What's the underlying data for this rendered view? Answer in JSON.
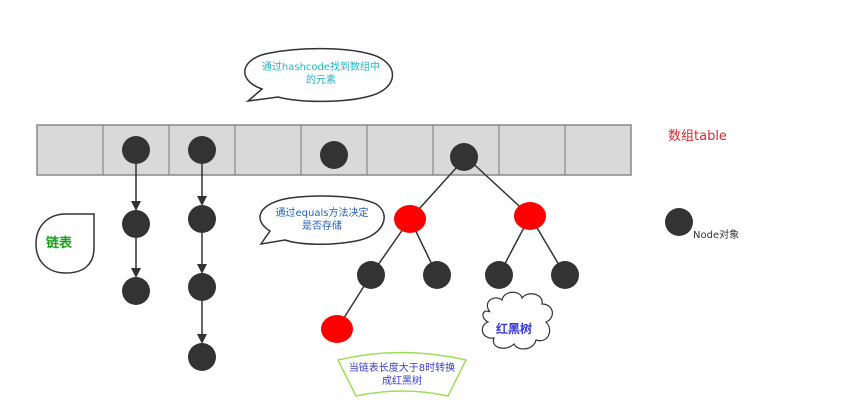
{
  "title": "HashMap structure: array + linked list + red-black tree",
  "colors": {
    "node": "#333333",
    "red_node": "#ff0000",
    "array_fill": "#d9d9d9",
    "array_border": "#888888",
    "cyan_text": "#1fb8c9",
    "blue_text": "#1f5fbf",
    "purple_text": "#3b3bd6",
    "green_text": "#1aa31a",
    "red_text": "#e0282e",
    "fan_border": "#9be05a"
  },
  "callouts": {
    "hashcode": {
      "line1": "通过hashcode找到数组中",
      "line2": "的元素"
    },
    "equals": {
      "line1": "通过equals方法决定",
      "line2": "是否存储"
    },
    "treeify": {
      "line1": "当链表长度大于8时转换",
      "line2": "成红黑树"
    }
  },
  "labels": {
    "array": "数组table",
    "linked_list": "链表",
    "red_black_tree": "红黑树",
    "node_legend": "Node对象"
  },
  "array": {
    "slot_count": 9,
    "occupied_slots": [
      1,
      2,
      4,
      6
    ]
  },
  "linked_lists": [
    {
      "slot": 1,
      "length": 3
    },
    {
      "slot": 2,
      "length": 4
    }
  ],
  "tree": {
    "root_slot": 6,
    "nodes": [
      {
        "id": "root",
        "color": "black",
        "parent": null
      },
      {
        "id": "l",
        "color": "red",
        "parent": "root"
      },
      {
        "id": "r",
        "color": "red",
        "parent": "root"
      },
      {
        "id": "ll",
        "color": "black",
        "parent": "l"
      },
      {
        "id": "lr",
        "color": "black",
        "parent": "l"
      },
      {
        "id": "rl",
        "color": "black",
        "parent": "r"
      },
      {
        "id": "rr",
        "color": "black",
        "parent": "r"
      },
      {
        "id": "lll",
        "color": "red",
        "parent": "ll"
      }
    ]
  }
}
